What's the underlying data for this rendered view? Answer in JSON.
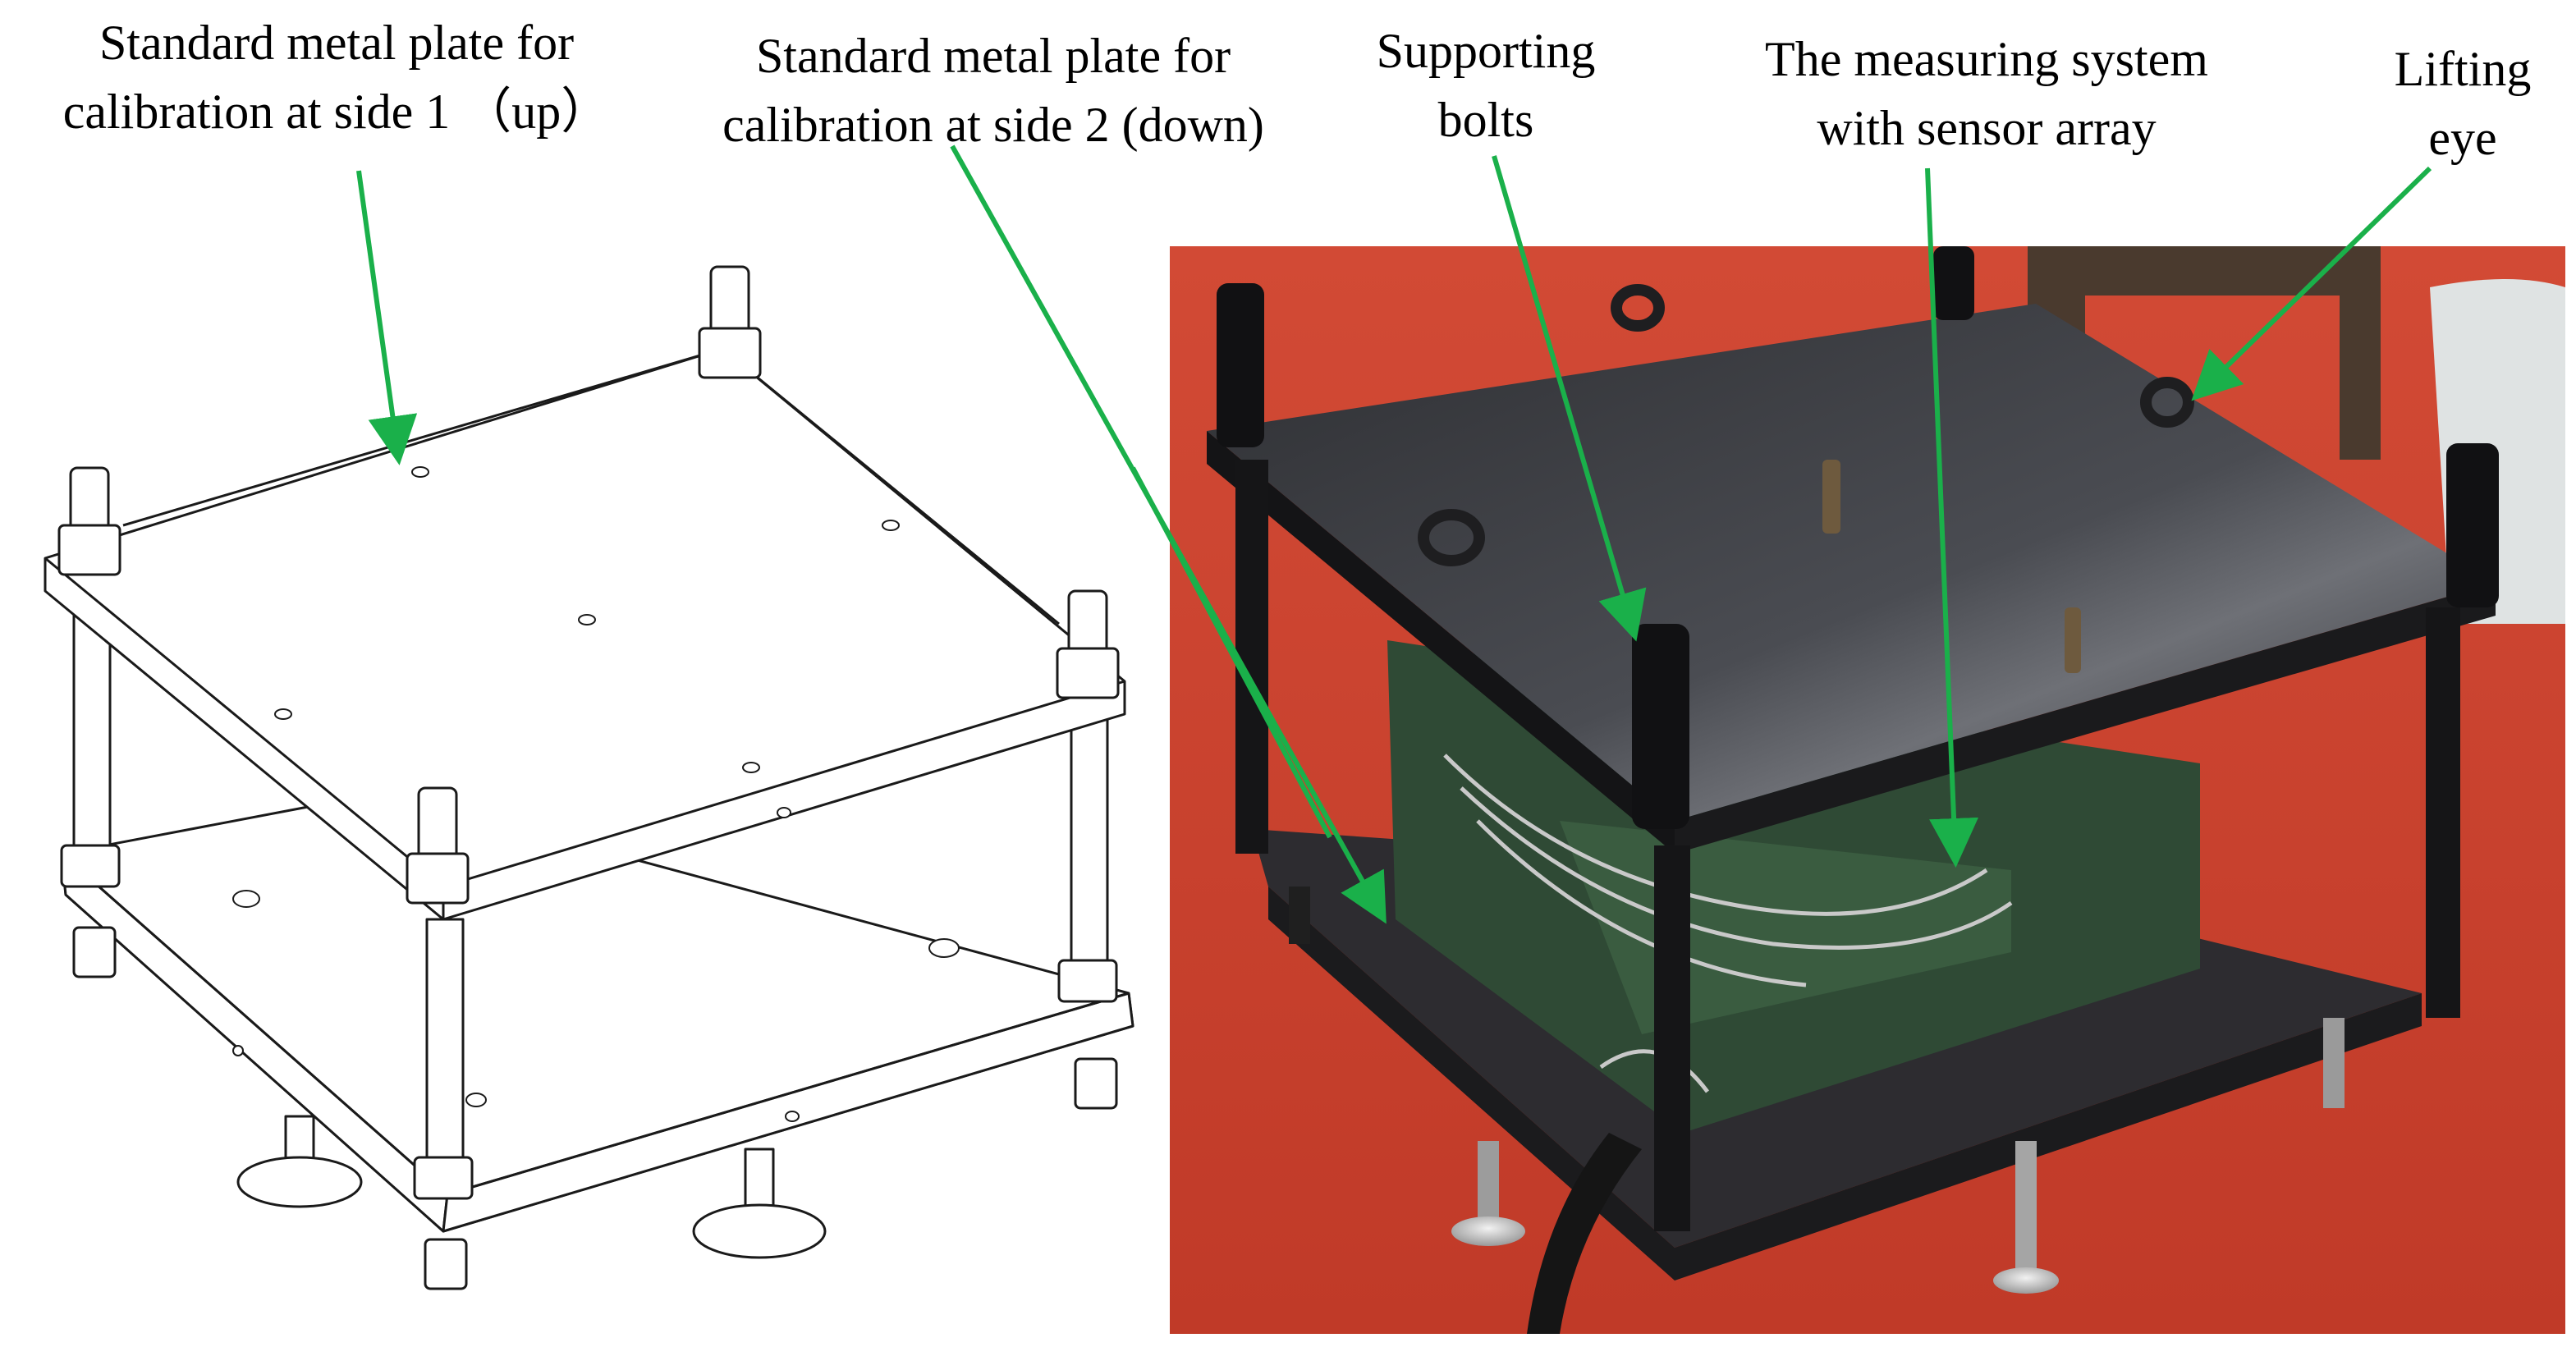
{
  "labels": {
    "plate_up": {
      "line1": "Standard metal plate for",
      "line2": "calibration at side 1 （up）"
    },
    "plate_down": {
      "line1": "Standard metal plate for",
      "line2": "calibration at side 2 (down)"
    },
    "bolts": {
      "line1": "Supporting",
      "line2": "bolts"
    },
    "measuring": {
      "line1": "The  measuring system",
      "line2": "with sensor array"
    },
    "lifting": {
      "line1": "Lifting",
      "line2": "eye"
    }
  },
  "colors": {
    "arrow": "#1ab04a",
    "floor": "#c9412f",
    "plate_dark": "#2b2b2e",
    "line_drawing": "#1a1a1a"
  }
}
